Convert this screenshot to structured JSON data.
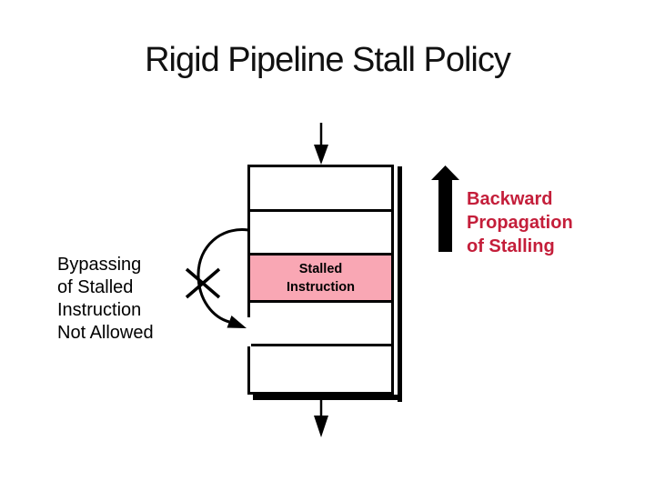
{
  "slide": {
    "title": "Rigid Pipeline Stall Policy",
    "background": "#ffffff"
  },
  "diagram": {
    "pipeline": {
      "cell_count": 5,
      "cells": [
        {
          "index": 1,
          "label": "",
          "highlighted": false
        },
        {
          "index": 2,
          "label": "",
          "highlighted": false
        },
        {
          "index": 3,
          "label": "Stalled Instruction",
          "highlighted": true
        },
        {
          "index": 4,
          "label": "",
          "highlighted": false
        },
        {
          "index": 5,
          "label": "",
          "highlighted": false
        }
      ]
    },
    "stalled_cell": {
      "text": "Stalled\nInstruction"
    },
    "left_caption": {
      "text": "Bypassing\nof Stalled\nInstruction\nNot Allowed"
    },
    "right_caption": {
      "text": "Backward\nPropagation\nof Stalling"
    },
    "icons": [
      "down-arrow-top-icon",
      "down-arrow-bottom-icon",
      "bypass-curved-arrow-icon",
      "not-allowed-x-icon",
      "backward-propagation-up-arrow-icon"
    ]
  },
  "colors": {
    "stalled_cell_pink": "#f9a7b4",
    "caption_red": "#c41e3a",
    "line_black": "#000000"
  }
}
